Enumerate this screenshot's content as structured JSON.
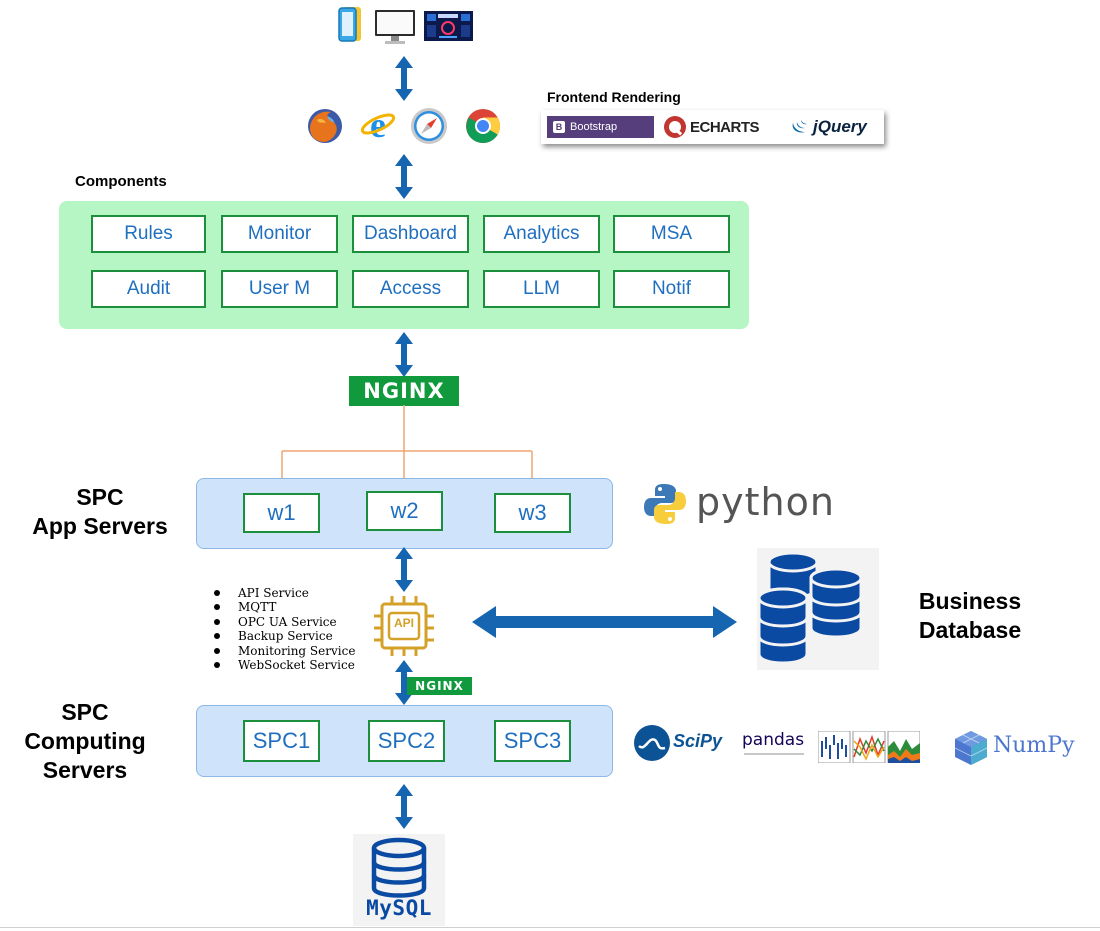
{
  "frontend": {
    "title": "Frontend Rendering",
    "libs": {
      "bootstrap": "Bootstrap",
      "echarts": "ECHARTS",
      "jquery": "jQuery"
    }
  },
  "components": {
    "title": "Components",
    "items": [
      "Rules",
      "Monitor",
      "Dashboard",
      "Analytics",
      "MSA",
      "Audit",
      "User M",
      "Access",
      "LLM",
      "Notif"
    ]
  },
  "nginx": {
    "label": "NGINX"
  },
  "app_servers": {
    "label_line1": "SPC",
    "label_line2": "App Servers",
    "workers": [
      "w1",
      "w2",
      "w3"
    ]
  },
  "python_label": "python",
  "api": {
    "chip_label": "API",
    "services": [
      "API Service",
      "MQTT",
      "OPC UA Service",
      "Backup Service",
      "Monitoring Service",
      "WebSocket Service"
    ]
  },
  "business_db": {
    "line1": "Business",
    "line2": "Database"
  },
  "computing_servers": {
    "label_line1": "SPC",
    "label_line2": "Computing",
    "label_line3": "Servers",
    "nodes": [
      "SPC1",
      "SPC2",
      "SPC3"
    ]
  },
  "compute_libs": {
    "scipy": "SciPy",
    "pandas": "pandas",
    "numpy": "NumPy"
  },
  "mysql_label": "MySQL",
  "colors": {
    "green": "#1b8f3b",
    "blue_text": "#1f6fc0",
    "arrow": "#1565b0",
    "panel_blue": "#cfe4fa",
    "panel_green": "#b6f5c4",
    "nginx": "#119a3d"
  }
}
